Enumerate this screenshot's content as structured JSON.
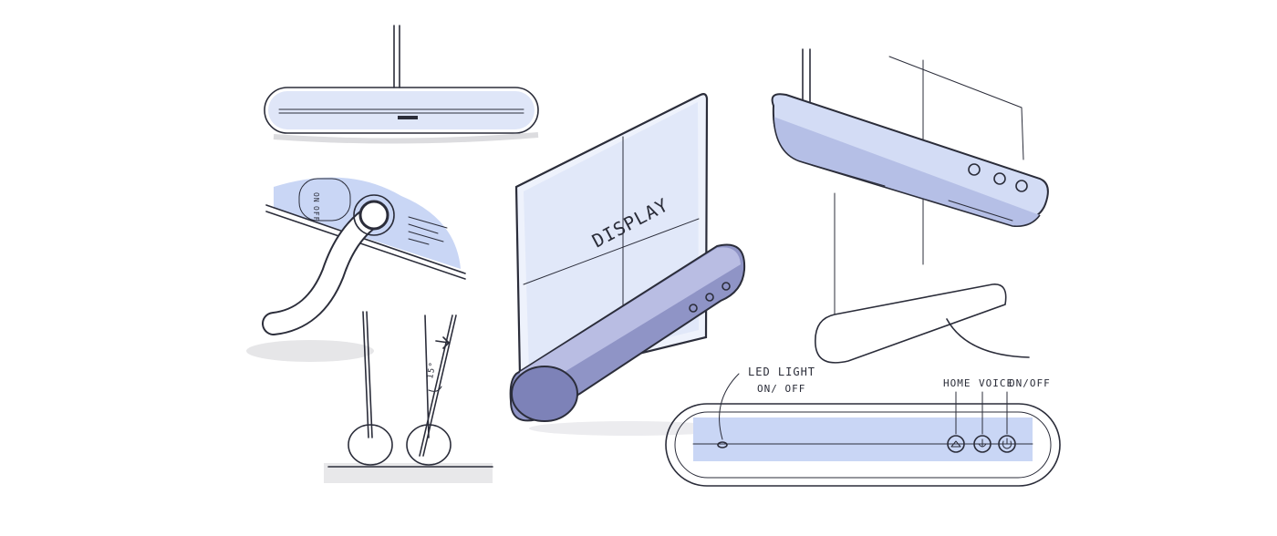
{
  "sketch": {
    "display_label": "DISPLAY",
    "switch_on": "ON",
    "switch_off": "OFF",
    "tilt_angle": "15°",
    "callouts": {
      "led_line1": "LED LIGHT",
      "led_line2": "ON/ OFF",
      "home": "HOME",
      "voice": "VOICE",
      "onoff": "ON/OFF"
    }
  },
  "colors": {
    "accent_blue": "#c9d6f5",
    "base_purple": "#7d82b8",
    "shadow": "#e6e6e8",
    "ink": "#2b2d3a"
  }
}
